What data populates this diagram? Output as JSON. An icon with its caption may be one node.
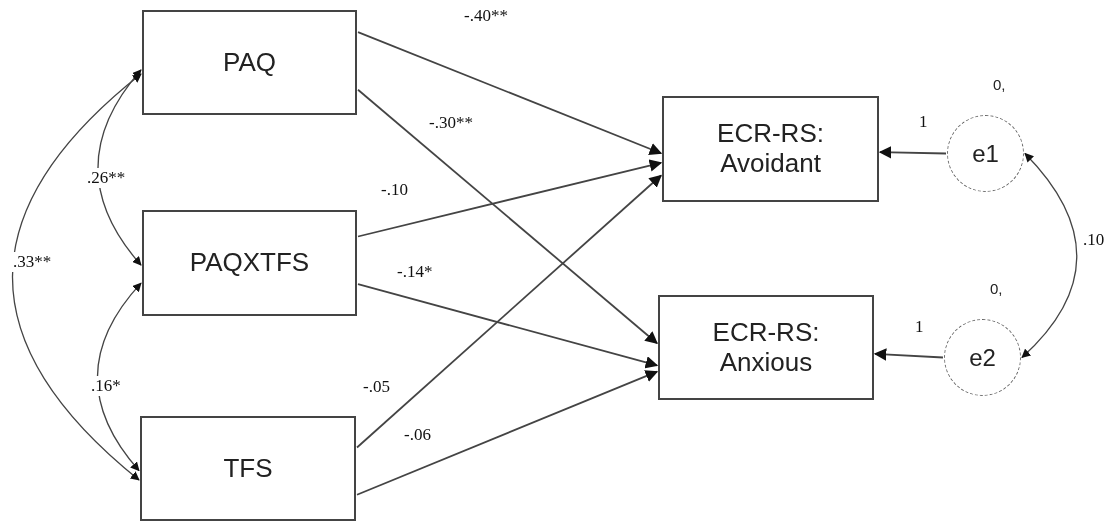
{
  "diagram": {
    "nodes": [
      {
        "text": [
          "PAQ"
        ]
      },
      {
        "text": [
          "PAQXTFS"
        ]
      },
      {
        "text": [
          "TFS"
        ]
      },
      {
        "text": [
          "ECR-RS: Avoidant"
        ]
      },
      {
        "text": [
          "ECR-RS: Anxious"
        ]
      },
      {
        "text": [
          "e1"
        ],
        "beside": [
          "0,"
        ]
      },
      {
        "text": [
          "e2"
        ],
        "beside": [
          "0,"
        ]
      }
    ],
    "edges": [
      {
        "from": 0,
        "to": 3,
        "arrow": "to",
        "label": "-.40**"
      },
      {
        "from": 0,
        "to": 4,
        "arrow": "to",
        "label": "-.30**"
      },
      {
        "from": 1,
        "to": 3,
        "arrow": "to",
        "label": "-.10"
      },
      {
        "from": 1,
        "to": 4,
        "arrow": "to",
        "label": "-.14*"
      },
      {
        "from": 2,
        "to": 3,
        "arrow": "to",
        "label": "-.05"
      },
      {
        "from": 2,
        "to": 4,
        "arrow": "to",
        "label": "-.06"
      },
      {
        "from": 5,
        "to": 3,
        "arrow": "to",
        "label": "1"
      },
      {
        "from": 6,
        "to": 4,
        "arrow": "to",
        "label": "1"
      },
      {
        "from": 0,
        "to": 1,
        "arrow": "both",
        "label": ".26**"
      },
      {
        "from": 1,
        "to": 2,
        "arrow": "both",
        "label": ".16*"
      },
      {
        "from": 0,
        "to": 2,
        "arrow": "both",
        "label": ".33**"
      },
      {
        "from": 5,
        "to": 6,
        "arrow": "both",
        "label": ".10"
      }
    ]
  }
}
